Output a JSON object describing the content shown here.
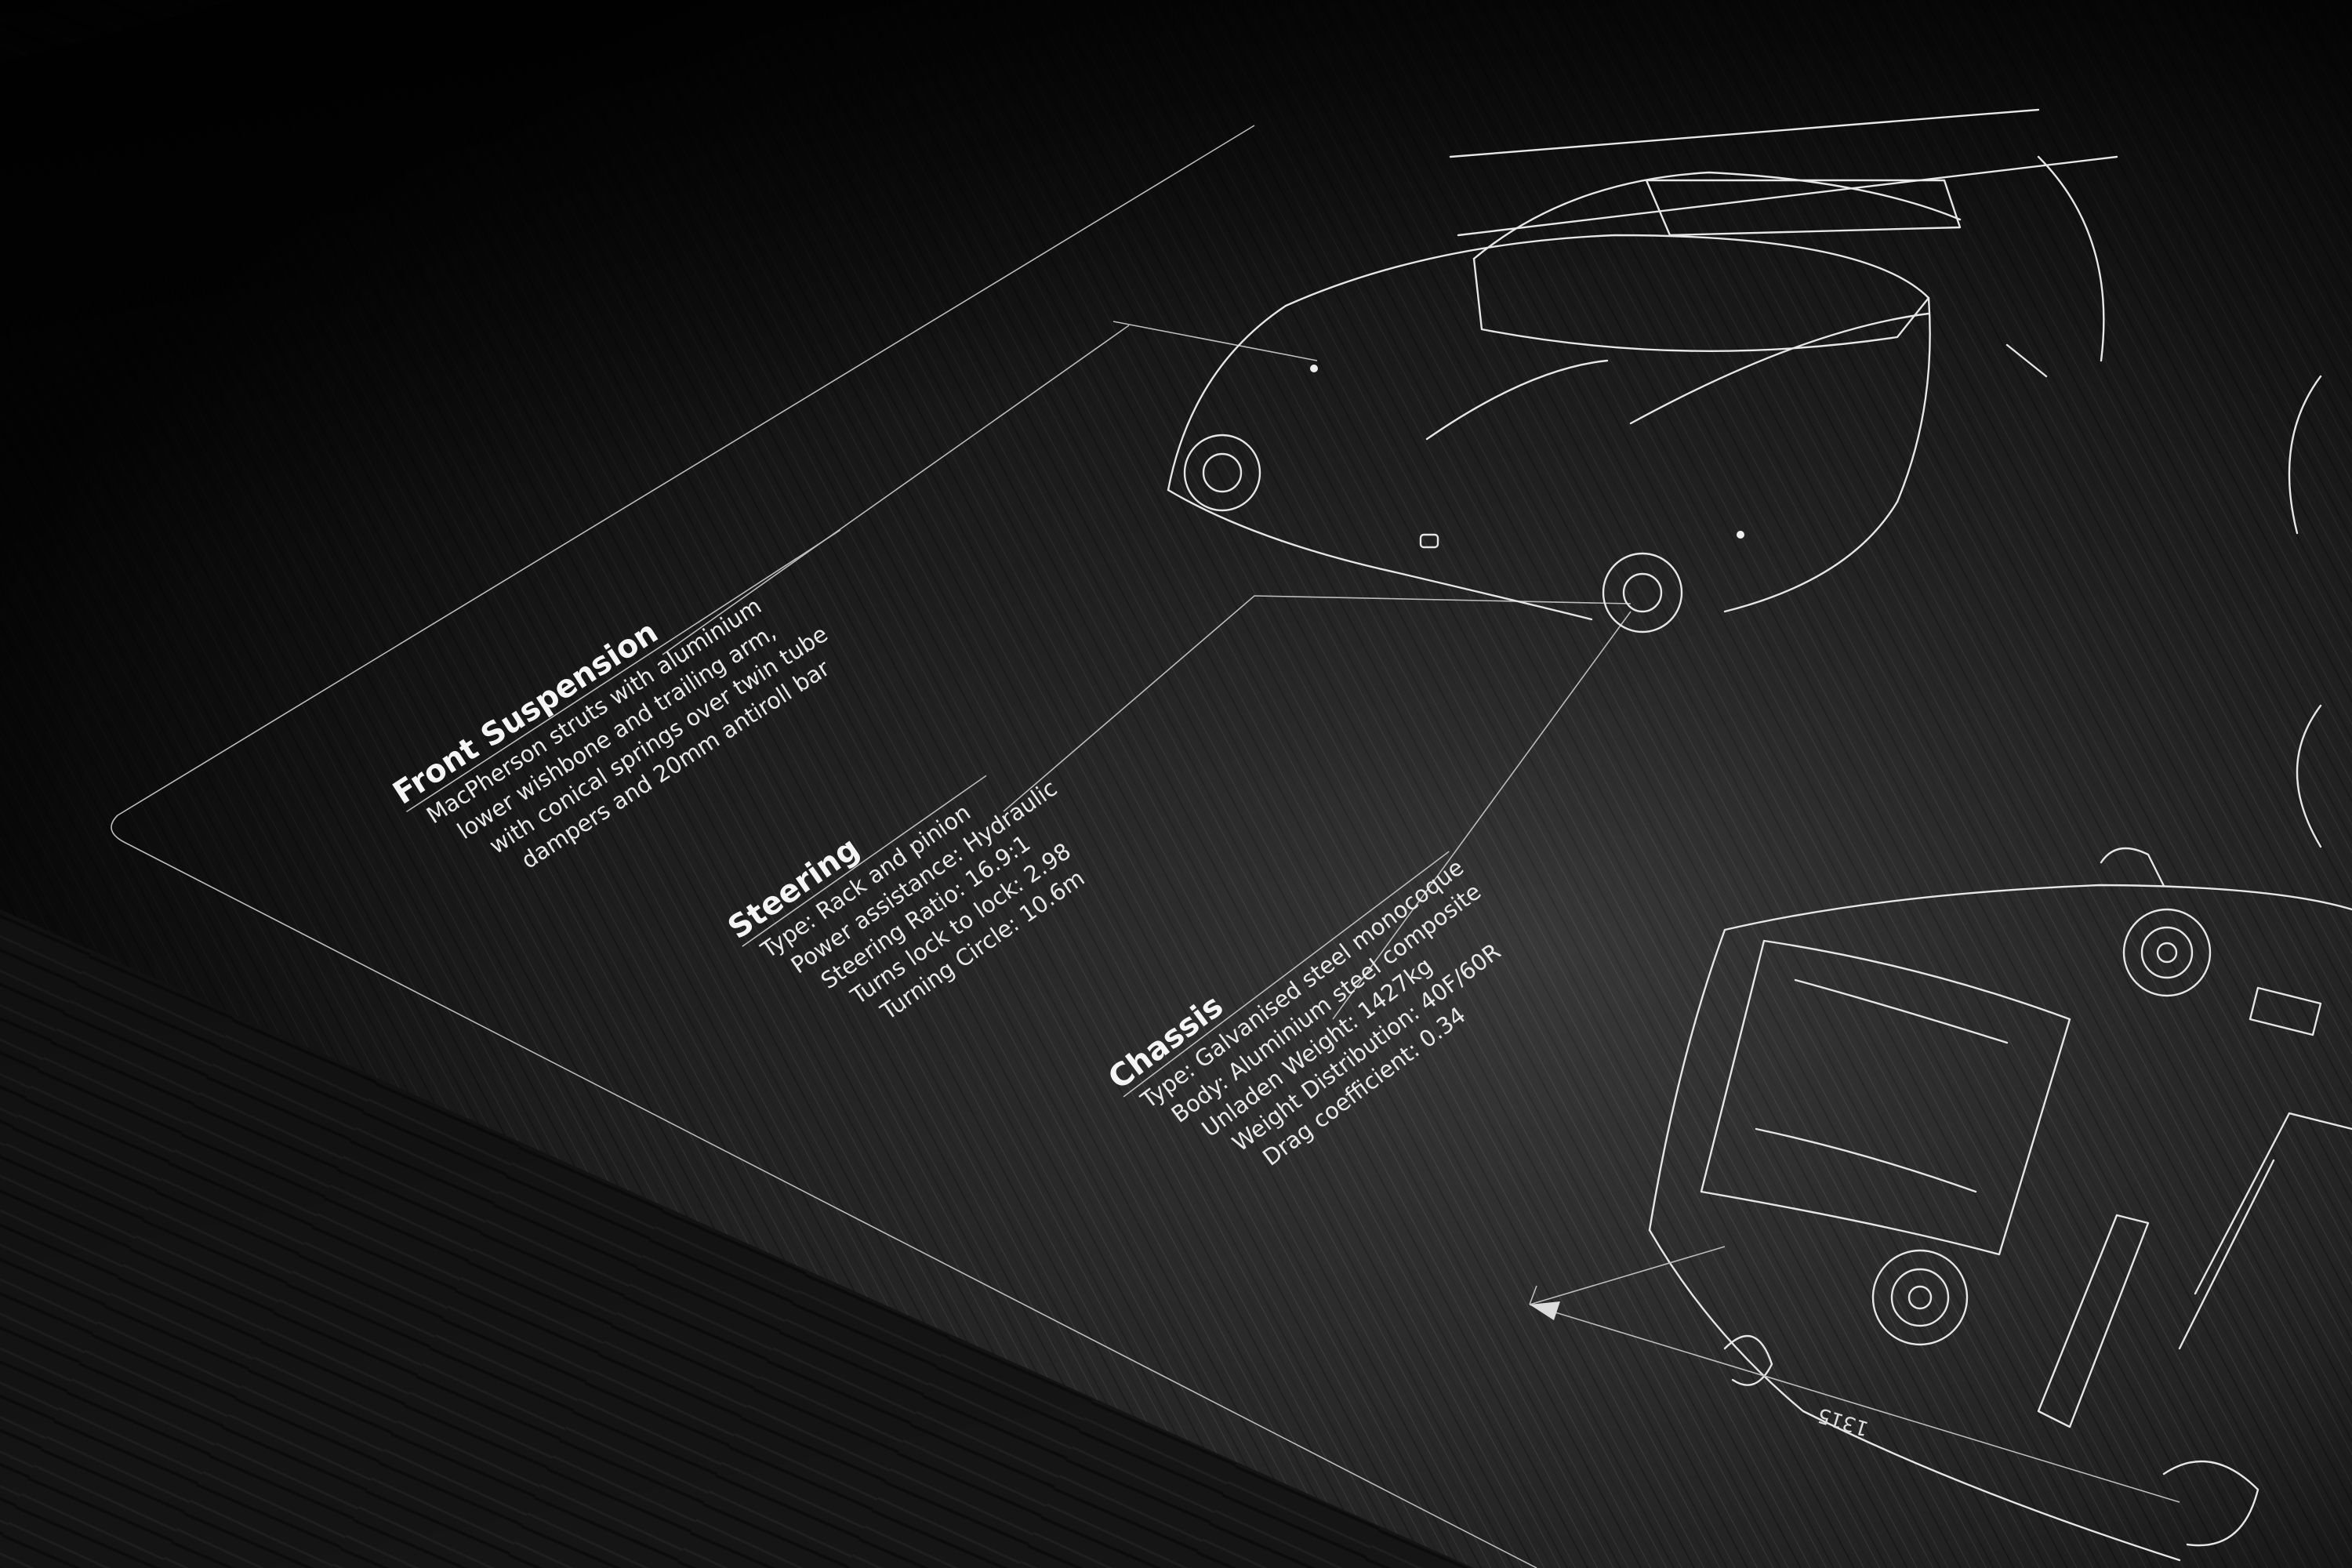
{
  "poster": {
    "sections": [
      {
        "heading": "Front Suspension",
        "lines": [
          "MacPherson struts with aluminium",
          "lower wishbone and trailing arm,",
          "with conical springs over twin tube",
          "dampers and 20mm antiroll bar"
        ]
      },
      {
        "heading": "Steering",
        "lines": [
          "Type: Rack and pinion",
          "Power assistance: Hydraulic",
          "Steering Ratio: 16.9:1",
          "Turns lock to lock: 2.98",
          "Turning Circle: 10.6m"
        ]
      },
      {
        "heading": "Chassis",
        "lines": [
          "Type: Galvanised steel monocoque",
          "Body: Aluminium steel composite",
          "Unladen Weight: 1427kg",
          "Weight Distribution: 40F/60R",
          "Drag coefficient: 0.34"
        ]
      }
    ],
    "dimension_label": "1315",
    "colors": {
      "metal": "#2a2a2a",
      "line": "#e6e6e6",
      "table": "#0d0d0d"
    }
  }
}
